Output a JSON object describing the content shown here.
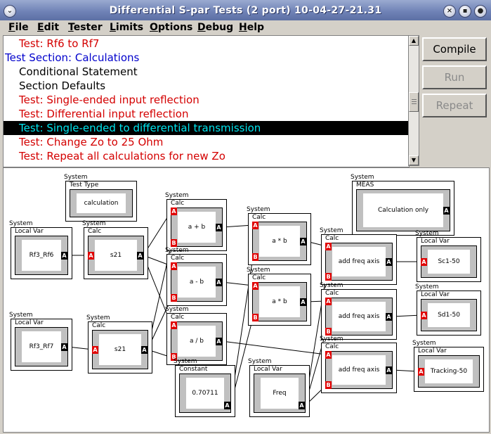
{
  "window": {
    "title": "Differential S-par Tests (2 port) 10-04-27-21.31"
  },
  "menus": [
    {
      "label": "File",
      "u": "F",
      "rest": "ile"
    },
    {
      "label": "Edit",
      "u": "E",
      "rest": "dit"
    },
    {
      "label": "Tester",
      "u": "T",
      "rest": "ester"
    },
    {
      "label": "Limits",
      "u": "L",
      "rest": "imits"
    },
    {
      "label": "Options",
      "u": "O",
      "rest": "ptions"
    },
    {
      "label": "Debug",
      "u": "D",
      "rest": "ebug"
    },
    {
      "label": "Help",
      "u": "H",
      "rest": "elp"
    }
  ],
  "list": {
    "rows": [
      {
        "text": "Test: Rf6 to Rf7",
        "indent": 1,
        "color": "#d40000"
      },
      {
        "text": "Test Section: Calculations",
        "indent": 0,
        "color": "#0000cc"
      },
      {
        "text": "Conditional Statement",
        "indent": 1,
        "color": "#000000"
      },
      {
        "text": "Section Defaults",
        "indent": 1,
        "color": "#000000"
      },
      {
        "text": "Test: Single-ended input reflection",
        "indent": 1,
        "color": "#d40000"
      },
      {
        "text": "Test: Differential input reflection",
        "indent": 1,
        "color": "#d40000"
      },
      {
        "text": "Test: Single-ended to differential transmission",
        "indent": 1,
        "color": "#00e5ee",
        "selected": true
      },
      {
        "text": "Test: Change Zo to 25 Ohm",
        "indent": 1,
        "color": "#d40000"
      },
      {
        "text": "Test: Repeat all calculations for new Zo",
        "indent": 1,
        "color": "#d40000"
      }
    ]
  },
  "buttons": {
    "compile": {
      "label": "Compile",
      "enabled": true
    },
    "run": {
      "label": "Run",
      "enabled": false
    },
    "repeat": {
      "label": "Repeat",
      "enabled": false
    }
  },
  "pins": {
    "a": "A",
    "b": "B"
  },
  "diagram": {
    "blocks": [
      {
        "id": "tt",
        "sys": "System",
        "kind": "Test Type",
        "text": "calculation",
        "pins": ""
      },
      {
        "id": "meas",
        "sys": "System",
        "kind": "MEAS",
        "text": "Calculation only",
        "pins": "a"
      },
      {
        "id": "lv1",
        "sys": "System",
        "kind": "Local Var",
        "text": "Rf3_Rf6",
        "pins": "a"
      },
      {
        "id": "c1",
        "sys": "System",
        "kind": "Calc",
        "text": "s21",
        "pins": "aa"
      },
      {
        "id": "lv2",
        "sys": "System",
        "kind": "Local Var",
        "text": "Rf3_Rf7",
        "pins": "a"
      },
      {
        "id": "c2",
        "sys": "System",
        "kind": "Calc",
        "text": "s21",
        "pins": "aa"
      },
      {
        "id": "add",
        "sys": "System",
        "kind": "Calc",
        "text": "a + b",
        "pins": "abA"
      },
      {
        "id": "sub",
        "sys": "System",
        "kind": "Calc",
        "text": "a - b",
        "pins": "abA"
      },
      {
        "id": "div",
        "sys": "System",
        "kind": "Calc",
        "text": "a / b",
        "pins": "abA"
      },
      {
        "id": "const",
        "sys": "System",
        "kind": "Constant",
        "text": "0.70711",
        "pins": "A"
      },
      {
        "id": "mul1",
        "sys": "System",
        "kind": "Calc",
        "text": "a * b",
        "pins": "abA"
      },
      {
        "id": "mul2",
        "sys": "System",
        "kind": "Calc",
        "text": "a * b",
        "pins": "abA"
      },
      {
        "id": "freq",
        "sys": "System",
        "kind": "Local Var",
        "text": "Freq",
        "pins": "A"
      },
      {
        "id": "afa1",
        "sys": "System",
        "kind": "Calc",
        "text": "add freq axis",
        "pins": "abA"
      },
      {
        "id": "afa2",
        "sys": "System",
        "kind": "Calc",
        "text": "add freq axis",
        "pins": "abA"
      },
      {
        "id": "afa3",
        "sys": "System",
        "kind": "Calc",
        "text": "add freq axis",
        "pins": "abA"
      },
      {
        "id": "sc1",
        "sys": "System",
        "kind": "Local Var",
        "text": "Sc1-50",
        "pins": "a"
      },
      {
        "id": "sd1",
        "sys": "System",
        "kind": "Local Var",
        "text": "Sd1-50",
        "pins": "a"
      },
      {
        "id": "trk",
        "sys": "System",
        "kind": "Local Var",
        "text": "Tracking-50",
        "pins": "a"
      }
    ]
  }
}
